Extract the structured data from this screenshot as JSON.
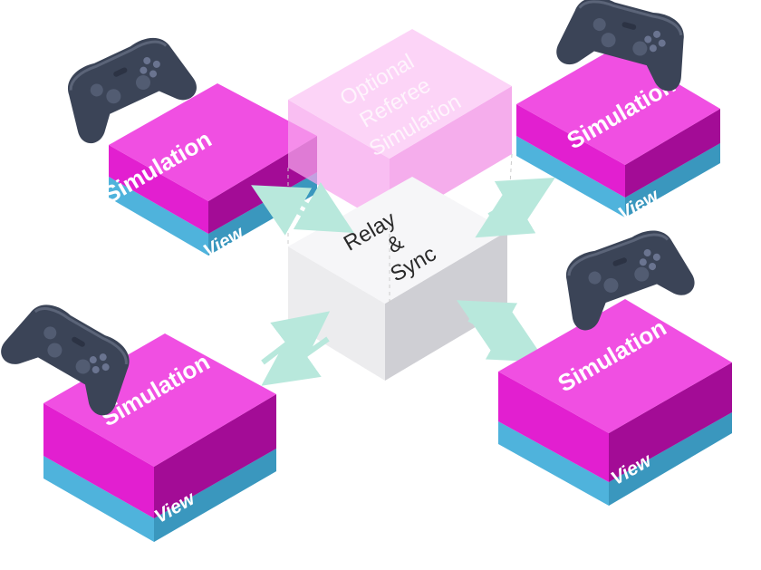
{
  "relay": {
    "line1": "Relay",
    "line2": "&",
    "line3": "Sync"
  },
  "referee": {
    "line1": "Optional",
    "line2": "Referee",
    "line3": "Simulation"
  },
  "clients": [
    {
      "simulation_label": "Simulation",
      "view_label": "View"
    },
    {
      "simulation_label": "Simulation",
      "view_label": "View"
    },
    {
      "simulation_label": "Simulation",
      "view_label": "View"
    },
    {
      "simulation_label": "Simulation",
      "view_label": "View"
    }
  ],
  "colors": {
    "simulation": "#e21fd0",
    "simulation_side": "#a30c96",
    "simulation_top": "#f04fe2",
    "view": "#4fb3dc",
    "view_side": "#2a7fa6",
    "relay": "#ececee",
    "relay_side": "#cfcfd4",
    "referee": "#f7a6ee",
    "arrow": "#b8e8dc",
    "controller": "#3b4457"
  },
  "icons": [
    "gamepad-icon",
    "arrow-icon"
  ]
}
